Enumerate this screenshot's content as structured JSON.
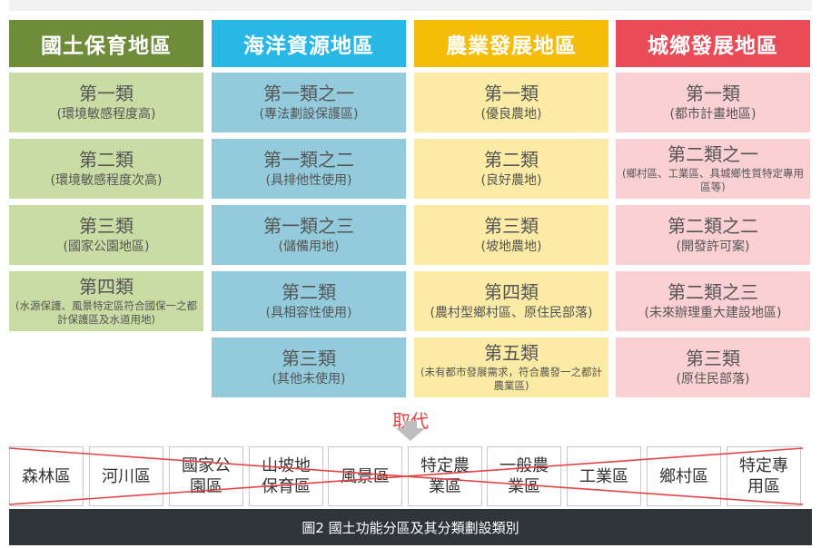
{
  "columns": [
    {
      "title": "國土保育地區",
      "header_color": "#6f8c3b",
      "cell_color": "#c9dca3",
      "cells": [
        {
          "title": "第一類",
          "sub": "(環境敏感程度高)"
        },
        {
          "title": "第二類",
          "sub": "(環境敏感程度次高)"
        },
        {
          "title": "第三類",
          "sub": "(國家公園地區)"
        },
        {
          "title": "第四類",
          "sub": "(水源保護、風景特定區符合國保一之都計保護區及水道用地)"
        }
      ]
    },
    {
      "title": "海洋資源地區",
      "header_color": "#29b7e6",
      "cell_color": "#93cbdc",
      "cells": [
        {
          "title": "第一類之一",
          "sub": "(專法劃設保護區)"
        },
        {
          "title": "第一類之二",
          "sub": "(具排他性使用)"
        },
        {
          "title": "第一類之三",
          "sub": "(儲備用地)"
        },
        {
          "title": "第二類",
          "sub": "(具相容性使用)"
        },
        {
          "title": "第三類",
          "sub": "(其他未使用)"
        }
      ]
    },
    {
      "title": "農業發展地區",
      "header_color": "#f5bd08",
      "cell_color": "#fbeba4",
      "cells": [
        {
          "title": "第一類",
          "sub": "(優良農地)"
        },
        {
          "title": "第二類",
          "sub": "(良好農地)"
        },
        {
          "title": "第三類",
          "sub": "(坡地農地)"
        },
        {
          "title": "第四類",
          "sub": "(農村型鄉村區、原住民部落)"
        },
        {
          "title": "第五類",
          "sub": "(未有都市發展需求，符合農發一之都計農業區)"
        }
      ]
    },
    {
      "title": "城鄉發展地區",
      "header_color": "#e94b57",
      "cell_color": "#fad0d3",
      "cells": [
        {
          "title": "第一類",
          "sub": "(都市計畫地區)"
        },
        {
          "title": "第二類之一",
          "sub": "(鄉村區、工業區、具城鄉性質特定專用區等)"
        },
        {
          "title": "第二類之二",
          "sub": "(開發許可案)"
        },
        {
          "title": "第二類之三",
          "sub": "(未來辦理重大建設地區)"
        },
        {
          "title": "第三類",
          "sub": "(原住民部落)"
        }
      ]
    }
  ],
  "replace_label": "取代",
  "replace_color": "#e04444",
  "old_zones": [
    "森林區",
    "河川區",
    "國家公園區",
    "山坡地保育區",
    "風景區",
    "特定農業區",
    "一般農業區",
    "工業區",
    "鄉村區",
    "特定專用區"
  ],
  "caption": "圖2 國土功能分區及其分類劃設類別"
}
